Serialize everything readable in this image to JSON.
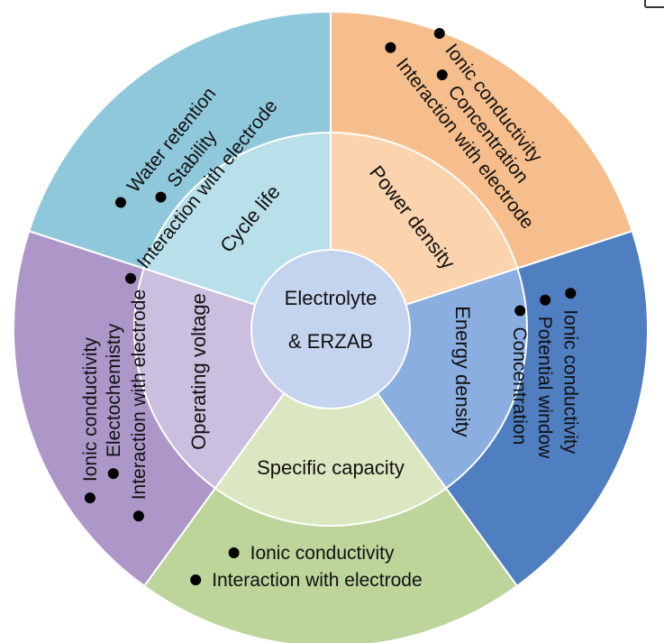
{
  "center": {
    "line1": "Electrolyte",
    "line2": "& ERZAB",
    "color": "#c4d3ee"
  },
  "sectors": [
    {
      "id": "cycle-life",
      "label": "Cycle life",
      "outer_color": "#f6be8c",
      "inner_color": "#fbd3ad",
      "bullets": [
        "Water retention",
        "Stability",
        "Interaction with electrode"
      ]
    },
    {
      "id": "power-density",
      "label": "Power density",
      "outer_color": "#4f7ec1",
      "inner_color": "#8aaee0",
      "bullets": [
        "Ionic conductivity",
        "Concentration",
        "Interaction with electrode"
      ]
    },
    {
      "id": "energy-density",
      "label": "Energy density",
      "outer_color": "#bdd49a",
      "inner_color": "#dbe7c0",
      "bullets": [
        "Ionic conductivity",
        "Potential window",
        "Concentration"
      ]
    },
    {
      "id": "specific-capacity",
      "label": "Specific capacity",
      "outer_color": "#ad97c9",
      "inner_color": "#cbbfdf",
      "bullets": [
        "Ionic conductivity",
        "Interaction with electrode"
      ]
    },
    {
      "id": "operating-voltage",
      "label": "Operating voltage",
      "outer_color": "#8fc8db",
      "inner_color": "#b9dfea",
      "bullets": [
        "Ionic conductivity",
        "Electochemistry",
        "Interaction with electrode"
      ]
    }
  ]
}
